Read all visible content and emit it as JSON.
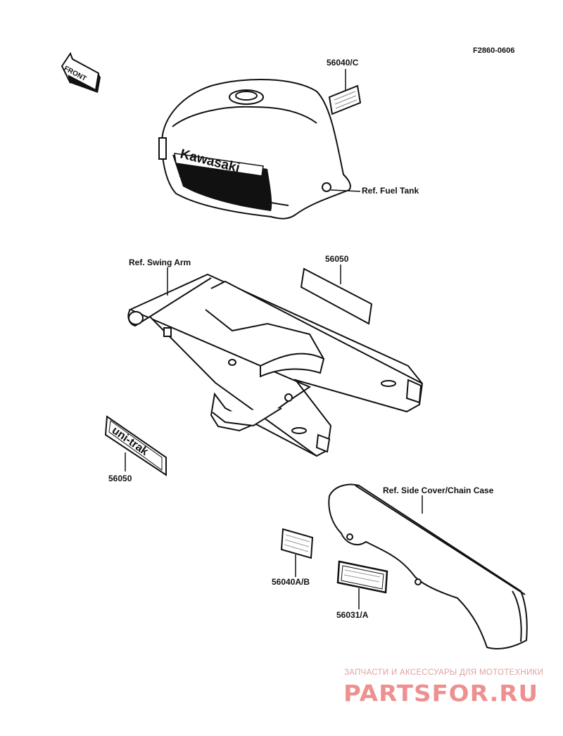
{
  "figure_code": "F2860-0606",
  "front_label": "FRONT",
  "parts": [
    {
      "number": "56040/C"
    },
    {
      "number": "56050"
    },
    {
      "number": "56050"
    },
    {
      "number": "56040A/B"
    },
    {
      "number": "56031/A"
    }
  ],
  "references": {
    "fuel_tank": "Ref. Fuel Tank",
    "swing_arm": "Ref. Swing Arm",
    "side_cover": "Ref. Side Cover/Chain Case"
  },
  "decals": {
    "tank_logo": "Kawasaki",
    "unitrak": "uni-trak"
  },
  "watermark": {
    "tagline": "ЗАПЧАСТИ И АКСЕССУАРЫ ДЛЯ МОТОТЕХНИКИ",
    "brand": "PARTSFOR.RU"
  },
  "colors": {
    "line": "#111111",
    "watermark": "#ec7d7d"
  }
}
